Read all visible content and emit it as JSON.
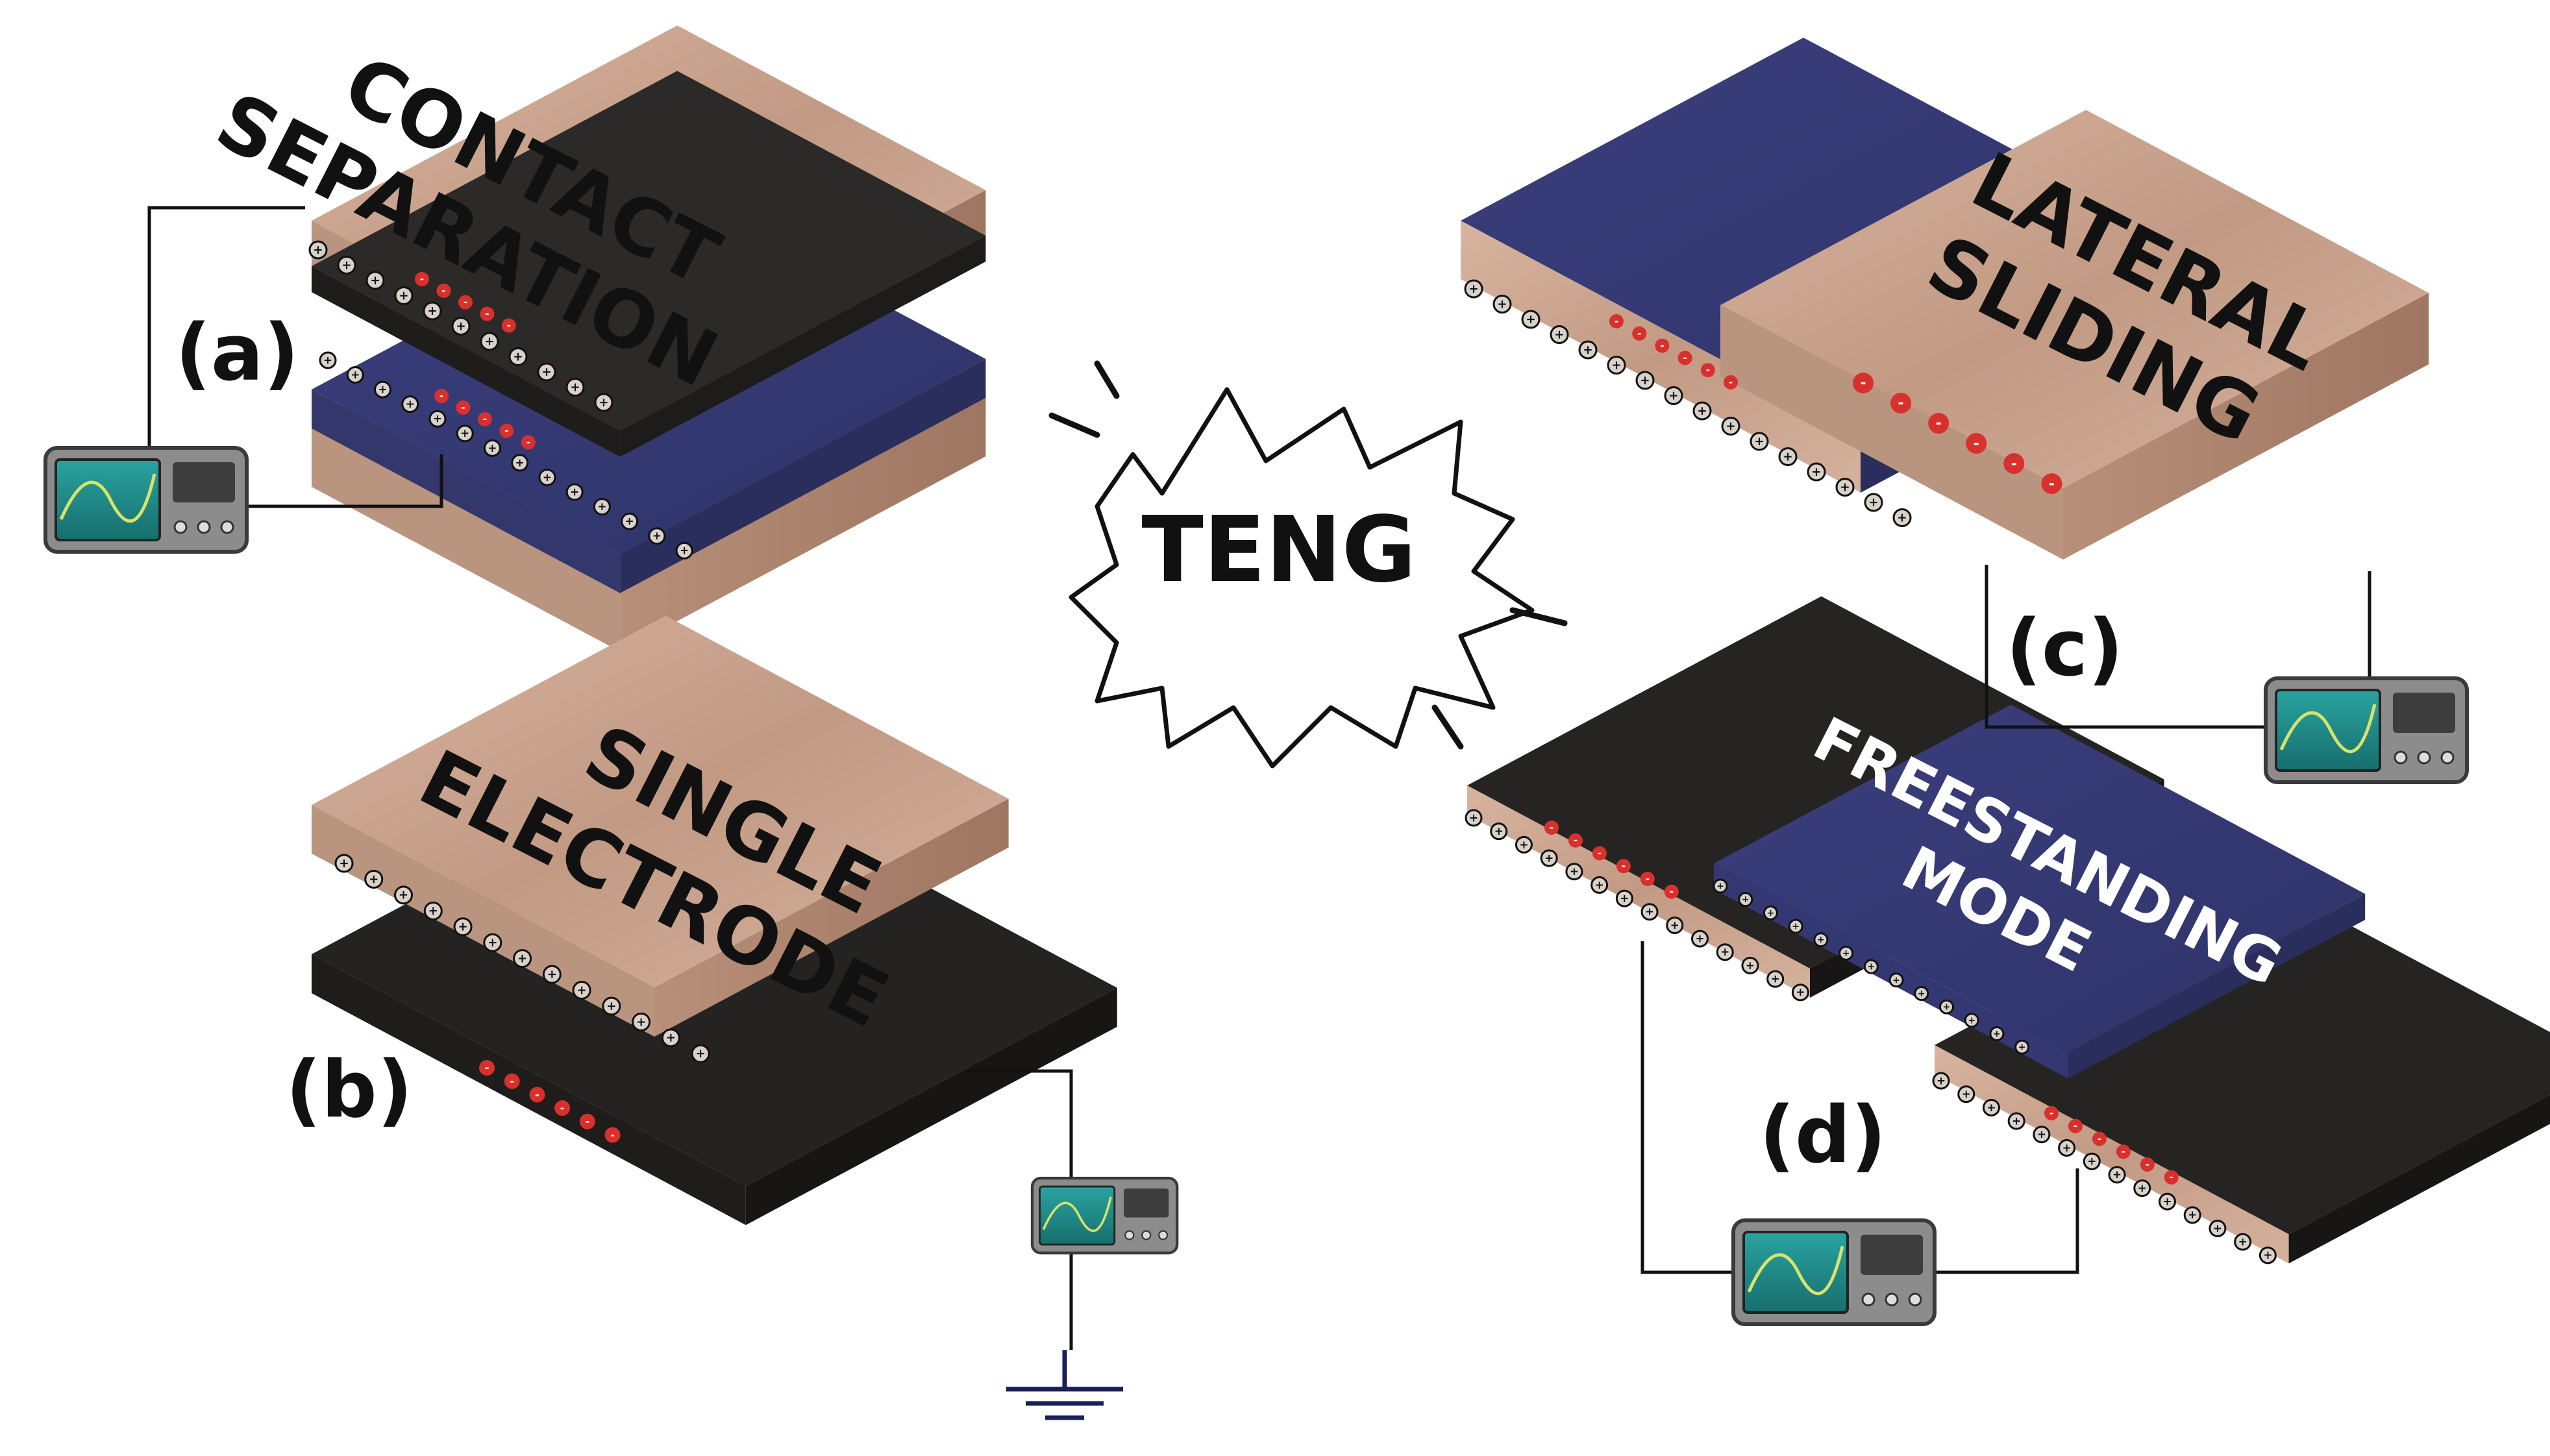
{
  "center": {
    "title": "TENG"
  },
  "panels": [
    {
      "id": "a",
      "label": "(a)",
      "title_lines": [
        "CONTACT",
        "SEPARATION"
      ]
    },
    {
      "id": "b",
      "label": "(b)",
      "title_lines": [
        "SINGLE",
        "ELECTRODE"
      ]
    },
    {
      "id": "c",
      "label": "(c)",
      "title_lines": [
        "LATERAL",
        "SLIDING"
      ]
    },
    {
      "id": "d",
      "label": "(d)",
      "title_lines": [
        "FREESTANDING",
        "MODE"
      ]
    }
  ],
  "symbols": {
    "positive": "+",
    "negative": "-"
  },
  "colors": {
    "copper": "#c9a088",
    "copper_side": "#a57e68",
    "dielectric_blue": "#3b3f78",
    "black_layer": "#1e1d1b",
    "negative_charge": "#d8302c",
    "oscilloscope_screen": "#1f8a8a"
  },
  "icons": [
    "oscilloscope-icon",
    "ground-icon"
  ]
}
